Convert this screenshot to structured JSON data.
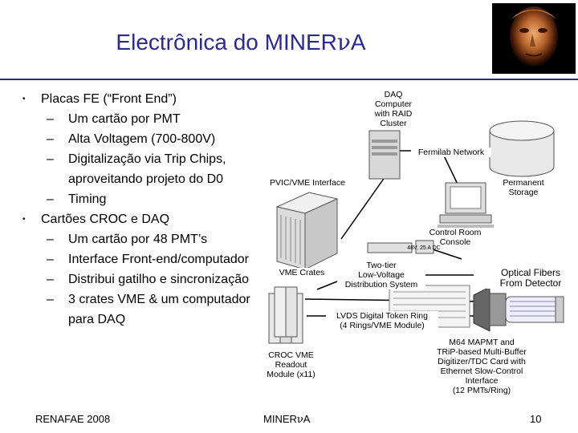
{
  "slide": {
    "title_main": "Electrônica do MINER",
    "title_nu": "ν",
    "title_tail": "A"
  },
  "bullets": [
    {
      "level": 1,
      "mark": "•",
      "text": "Placas  FE (“Front End”)"
    },
    {
      "level": 2,
      "mark": "–",
      "text": "Um cartão por PMT"
    },
    {
      "level": 2,
      "mark": "–",
      "text": "Alta Voltagem (700-800V)"
    },
    {
      "level": 2,
      "mark": "–",
      "text": "Digitalização via Trip Chips,"
    },
    {
      "level": "cont",
      "mark": "",
      "text": "aproveitando projeto do D0"
    },
    {
      "level": 2,
      "mark": "–",
      "text": "Timing"
    },
    {
      "level": 1,
      "mark": "•",
      "text": "Cartões CROC  e DAQ"
    },
    {
      "level": 2,
      "mark": "–",
      "text": "Um cartão por 48 PMT’s"
    },
    {
      "level": 2,
      "mark": "–",
      "text": "Interface Front-end/computador"
    },
    {
      "level": 2,
      "mark": "–",
      "text": "Distribui gatilho e sincronização"
    },
    {
      "level": 2,
      "mark": "–",
      "text": "3 crates VME & um computador"
    },
    {
      "level": "cont",
      "mark": "",
      "text": "para DAQ"
    }
  ],
  "diagram": {
    "daq_computer": "DAQ\nComputer\nwith RAID\nCluster",
    "fermilab_network": "Fermilab Network",
    "pvic_vme": "PVIC/VME Interface",
    "permanent_storage": "Permanent\nStorage",
    "control_room": "Control Room\nConsole",
    "lv_supply_label": "48V, 25 A   DC",
    "two_tier": "Two-tier\nLow-Voltage\nDistribution System",
    "optical_fibers": "Optical Fibers\nFrom Detector",
    "vme_crates": "VME Crates",
    "lvds": "LVDS Digital Token Ring\n(4 Rings/VME Module)",
    "m64": "M64 MAPMT and\nTRiP-based Multi-Buffer\nDigitizer/TDC Card with\nEthernet Slow-Control\nInterface\n(12 PMTs/Ring)",
    "croc": "CROC VME\nReadout\nModule (x11)"
  },
  "footer": {
    "left": "RENAFAE 2008",
    "center_main": "MINER",
    "center_nu": "ν",
    "center_tail": "A",
    "page": "10"
  },
  "colors": {
    "title": "#2a2a8a",
    "rule": "#2a2a8a",
    "network": "#000000"
  }
}
